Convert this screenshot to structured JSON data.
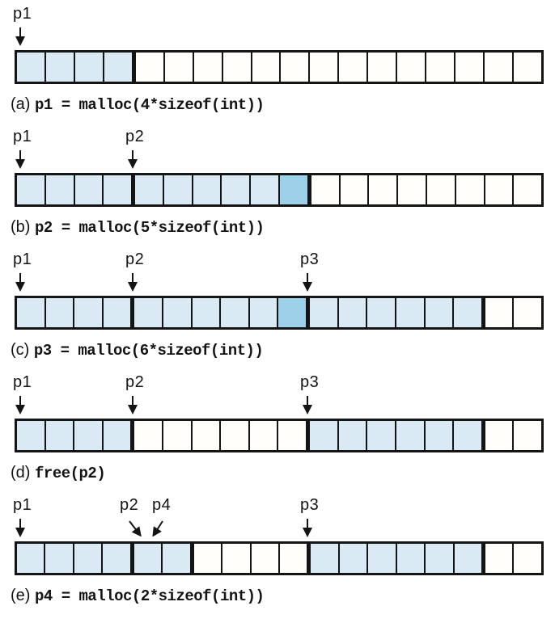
{
  "figure": {
    "description": "Heap memory allocation sequence diagram",
    "colors": {
      "allocated": "#d9eaf4",
      "padding": "#9dd0e9",
      "free": "#fffefb",
      "border": "#141414"
    },
    "rows": [
      {
        "id": "a",
        "caption_label": "(a)",
        "caption_code": "p1 = malloc(4*sizeof(int))",
        "pointers": [
          {
            "name": "p1",
            "cell": 0,
            "slant": "none"
          }
        ],
        "cells": [
          "allocated",
          "allocated",
          "allocated",
          "allocated",
          "free",
          "free",
          "free",
          "free",
          "free",
          "free",
          "free",
          "free",
          "free",
          "free",
          "free",
          "free",
          "free",
          "free"
        ],
        "thick_after": [
          3
        ]
      },
      {
        "id": "b",
        "caption_label": "(b)",
        "caption_code": "p2 = malloc(5*sizeof(int))",
        "pointers": [
          {
            "name": "p1",
            "cell": 0,
            "slant": "none"
          },
          {
            "name": "p2",
            "cell": 4,
            "slant": "none"
          }
        ],
        "cells": [
          "allocated",
          "allocated",
          "allocated",
          "allocated",
          "allocated",
          "allocated",
          "allocated",
          "allocated",
          "allocated",
          "padding",
          "free",
          "free",
          "free",
          "free",
          "free",
          "free",
          "free",
          "free"
        ],
        "thick_after": [
          3,
          9
        ]
      },
      {
        "id": "c",
        "caption_label": "(c)",
        "caption_code": "p3 = malloc(6*sizeof(int))",
        "pointers": [
          {
            "name": "p1",
            "cell": 0,
            "slant": "none"
          },
          {
            "name": "p2",
            "cell": 4,
            "slant": "none"
          },
          {
            "name": "p3",
            "cell": 10,
            "slant": "none"
          }
        ],
        "cells": [
          "allocated",
          "allocated",
          "allocated",
          "allocated",
          "allocated",
          "allocated",
          "allocated",
          "allocated",
          "allocated",
          "padding",
          "allocated",
          "allocated",
          "allocated",
          "allocated",
          "allocated",
          "allocated",
          "free",
          "free"
        ],
        "thick_after": [
          3,
          9,
          15
        ]
      },
      {
        "id": "d",
        "caption_label": "(d)",
        "caption_code": "free(p2)",
        "pointers": [
          {
            "name": "p1",
            "cell": 0,
            "slant": "none"
          },
          {
            "name": "p2",
            "cell": 4,
            "slant": "none"
          },
          {
            "name": "p3",
            "cell": 10,
            "slant": "none"
          }
        ],
        "cells": [
          "allocated",
          "allocated",
          "allocated",
          "allocated",
          "free",
          "free",
          "free",
          "free",
          "free",
          "free",
          "allocated",
          "allocated",
          "allocated",
          "allocated",
          "allocated",
          "allocated",
          "free",
          "free"
        ],
        "thick_after": [
          3,
          9,
          15
        ]
      },
      {
        "id": "e",
        "caption_label": "(e)",
        "caption_code": "p4 = malloc(2*sizeof(int))",
        "pointers": [
          {
            "name": "p1",
            "cell": 0,
            "slant": "none"
          },
          {
            "name": "p2",
            "cell": 4,
            "slant": "right"
          },
          {
            "name": "p4",
            "cell": 4,
            "slant": "left"
          },
          {
            "name": "p3",
            "cell": 10,
            "slant": "none"
          }
        ],
        "cells": [
          "allocated",
          "allocated",
          "allocated",
          "allocated",
          "allocated",
          "allocated",
          "free",
          "free",
          "free",
          "free",
          "allocated",
          "allocated",
          "allocated",
          "allocated",
          "allocated",
          "allocated",
          "free",
          "free"
        ],
        "thick_after": [
          3,
          5,
          9,
          15
        ]
      }
    ]
  }
}
